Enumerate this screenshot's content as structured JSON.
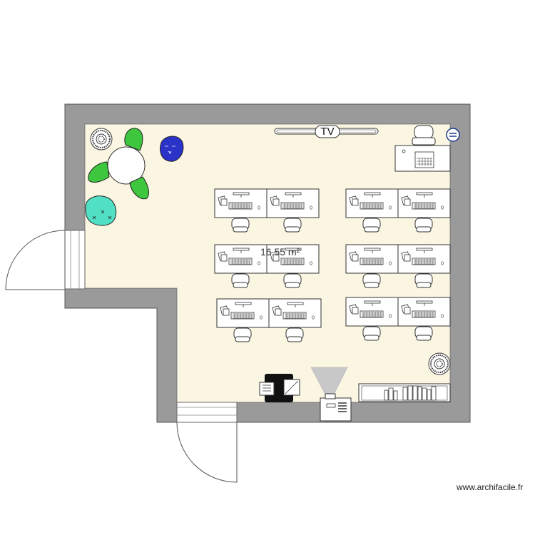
{
  "floor_plan": {
    "area_label": "16.55 m²",
    "tv_label": "TV",
    "watermark": "www.archifacile.fr",
    "colors": {
      "wall": "#9a9a9a",
      "floor": "#fbf6e2",
      "furniture_fill": "#ffffff",
      "furniture_stroke": "#333333",
      "chair_green": "#3ec63e",
      "chair_teal": "#52e0c4",
      "chair_blue": "#2a32c8",
      "printer": "#111111",
      "projector_beam": "#c8c8c8"
    },
    "icons": [
      "door-icon",
      "window-icon",
      "desk-icon",
      "office-chair-icon",
      "computer-icon",
      "round-table-icon",
      "armchair-icon",
      "plant-icon",
      "tv-icon",
      "printer-icon",
      "projector-icon",
      "bookshelf-icon",
      "electrical-outlet-icon"
    ]
  }
}
